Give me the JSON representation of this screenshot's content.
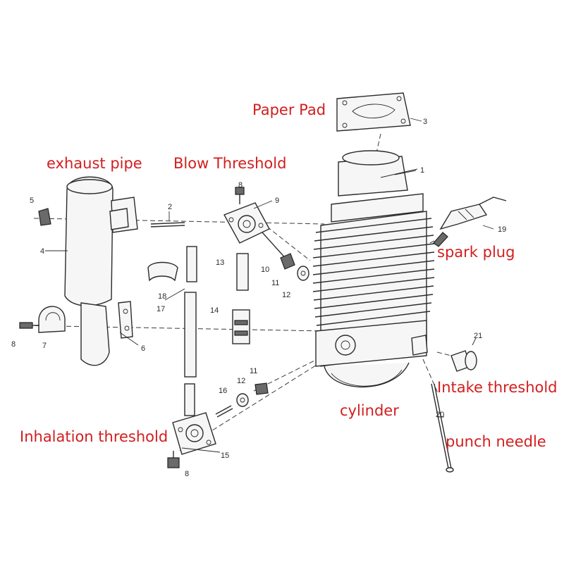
{
  "labels": {
    "paper_pad": "Paper Pad",
    "exhaust_pipe": "exhaust pipe",
    "blow_threshold": "Blow Threshold",
    "spark_plug": "spark plug",
    "intake_threshold": "Intake threshold",
    "cylinder": "cylinder",
    "punch_needle": "punch needle",
    "inhalation_threshold": "Inhalation threshold"
  },
  "part_numbers": {
    "p1": "1",
    "p2": "2",
    "p3": "3",
    "p4": "4",
    "p5": "5",
    "p6": "6",
    "p7": "7",
    "p8a": "8",
    "p8b": "8",
    "p8c": "8",
    "p9": "9",
    "p10": "10",
    "p11a": "11",
    "p11b": "11",
    "p12a": "12",
    "p12b": "12",
    "p13": "13",
    "p14": "14",
    "p15": "15",
    "p16": "16",
    "p17": "17",
    "p18": "18",
    "p19": "19",
    "p20": "20",
    "p21": "21"
  },
  "colors": {
    "annotation": "#d21e1e",
    "linework": "#2b2b2b"
  }
}
